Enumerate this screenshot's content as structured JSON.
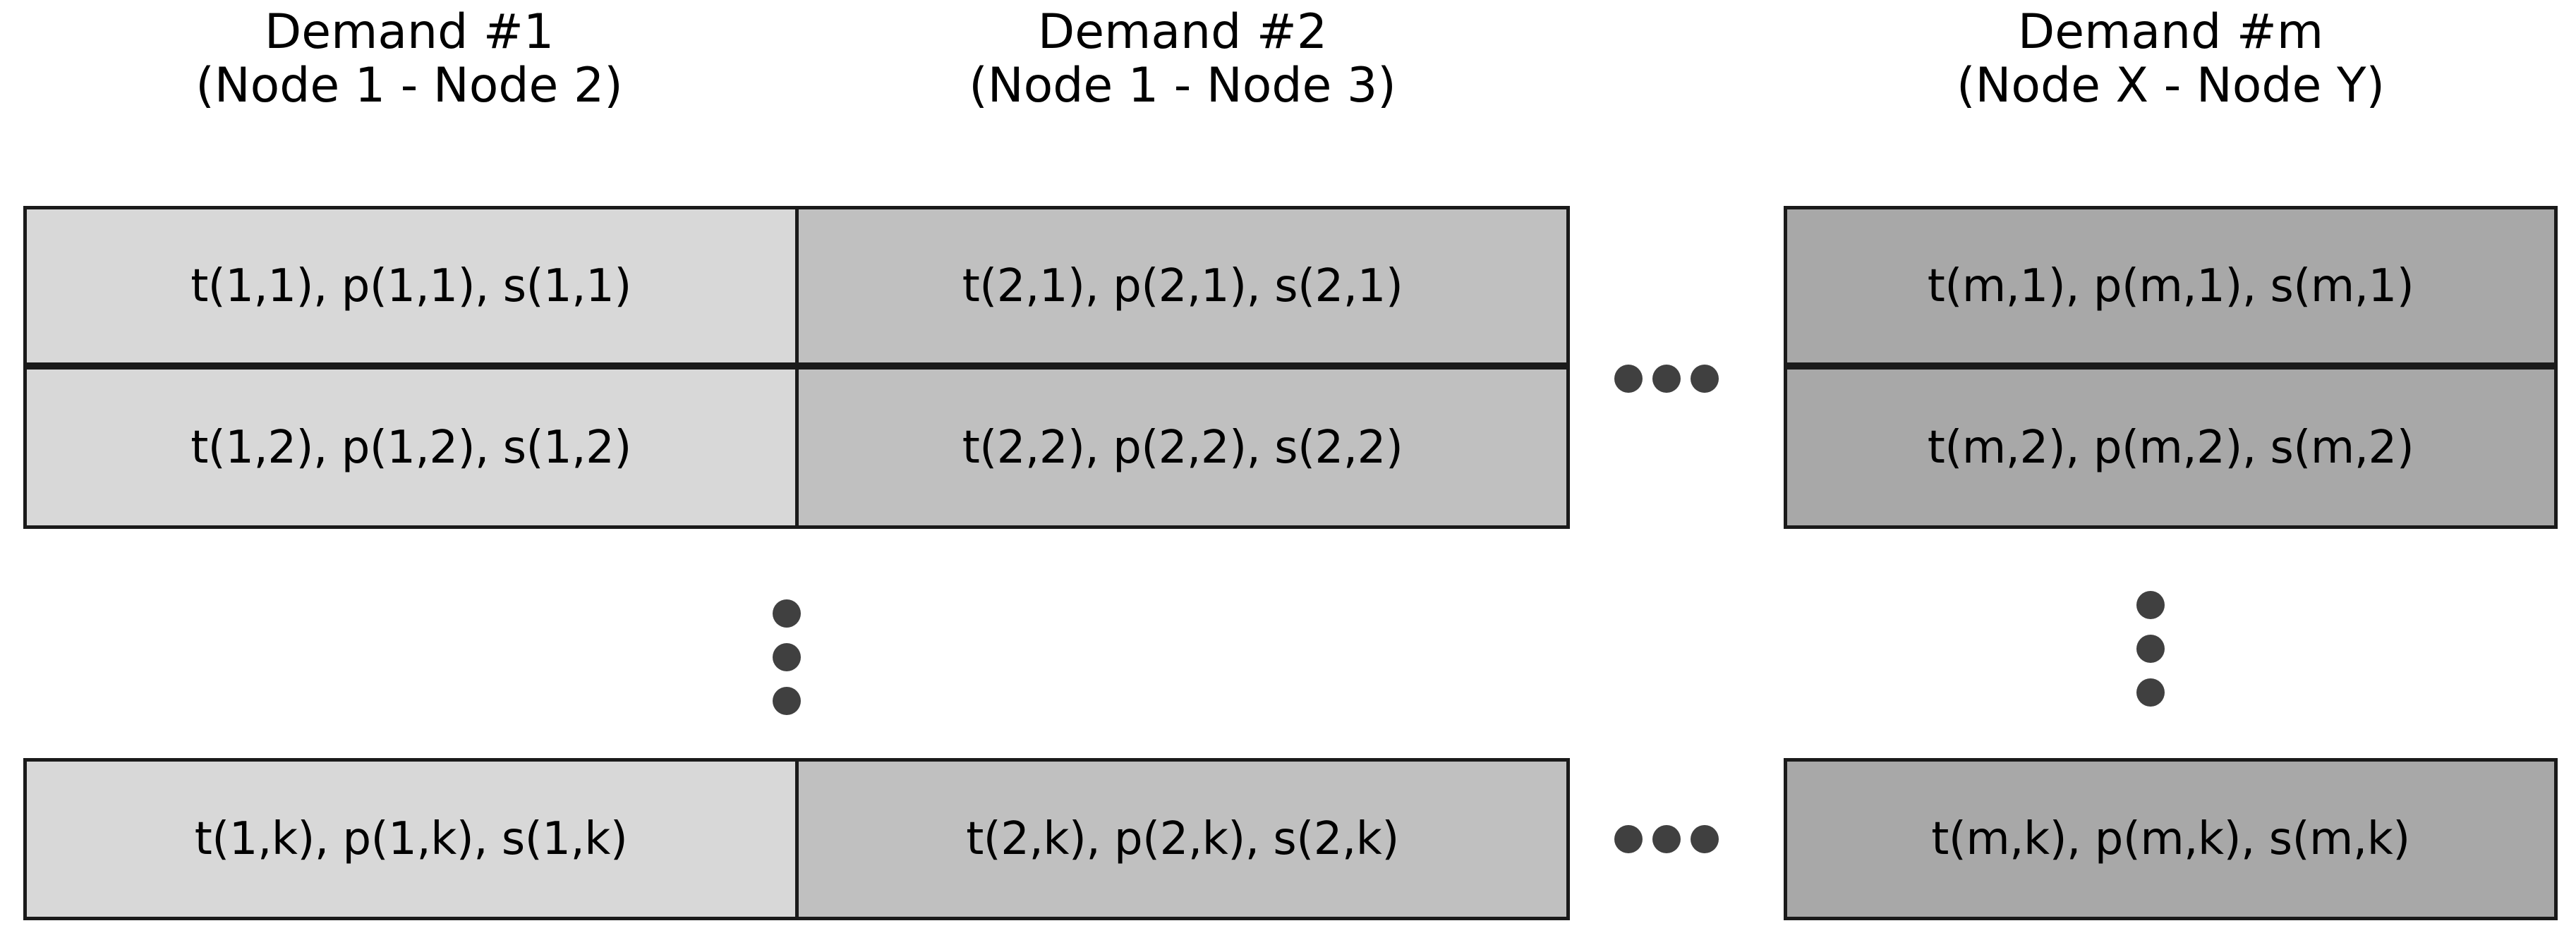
{
  "figure": {
    "title": "Demand chromosome / solution-matrix schematic",
    "background_color": "#ffffff",
    "border_color": "#1a1a1a",
    "dot_color": "#404040"
  },
  "columns": [
    {
      "id": "demand-1",
      "header_line1": "Demand #1",
      "header_line2": "(Node 1 - Node 2)",
      "fill_color": "#d8d8d8",
      "cells": [
        "t(1,1), p(1,1), s(1,1)",
        "t(1,2), p(1,2), s(1,2)",
        "t(1,k), p(1,k), s(1,k)"
      ]
    },
    {
      "id": "demand-2",
      "header_line1": "Demand #2",
      "header_line2": "(Node 1 - Node 3)",
      "fill_color": "#c0c0c0",
      "cells": [
        "t(2,1), p(2,1), s(2,1)",
        "t(2,2), p(2,2), s(2,2)",
        "t(2,k), p(2,k), s(2,k)"
      ]
    },
    {
      "id": "demand-m",
      "header_line1": "Demand #m",
      "header_line2": "(Node X - Node Y)",
      "fill_color": "#a8a8a8",
      "cells": [
        "t(m,1), p(m,1), s(m,1)",
        "t(m,2), p(m,2), s(m,2)",
        "t(m,k), p(m,k), s(m,k)"
      ]
    }
  ],
  "ellipses": {
    "horizontal_top_label": "horizontal-ellipsis",
    "horizontal_bottom_label": "horizontal-ellipsis",
    "vertical_left_label": "vertical-ellipsis",
    "vertical_right_label": "vertical-ellipsis",
    "dot_count": 3
  }
}
